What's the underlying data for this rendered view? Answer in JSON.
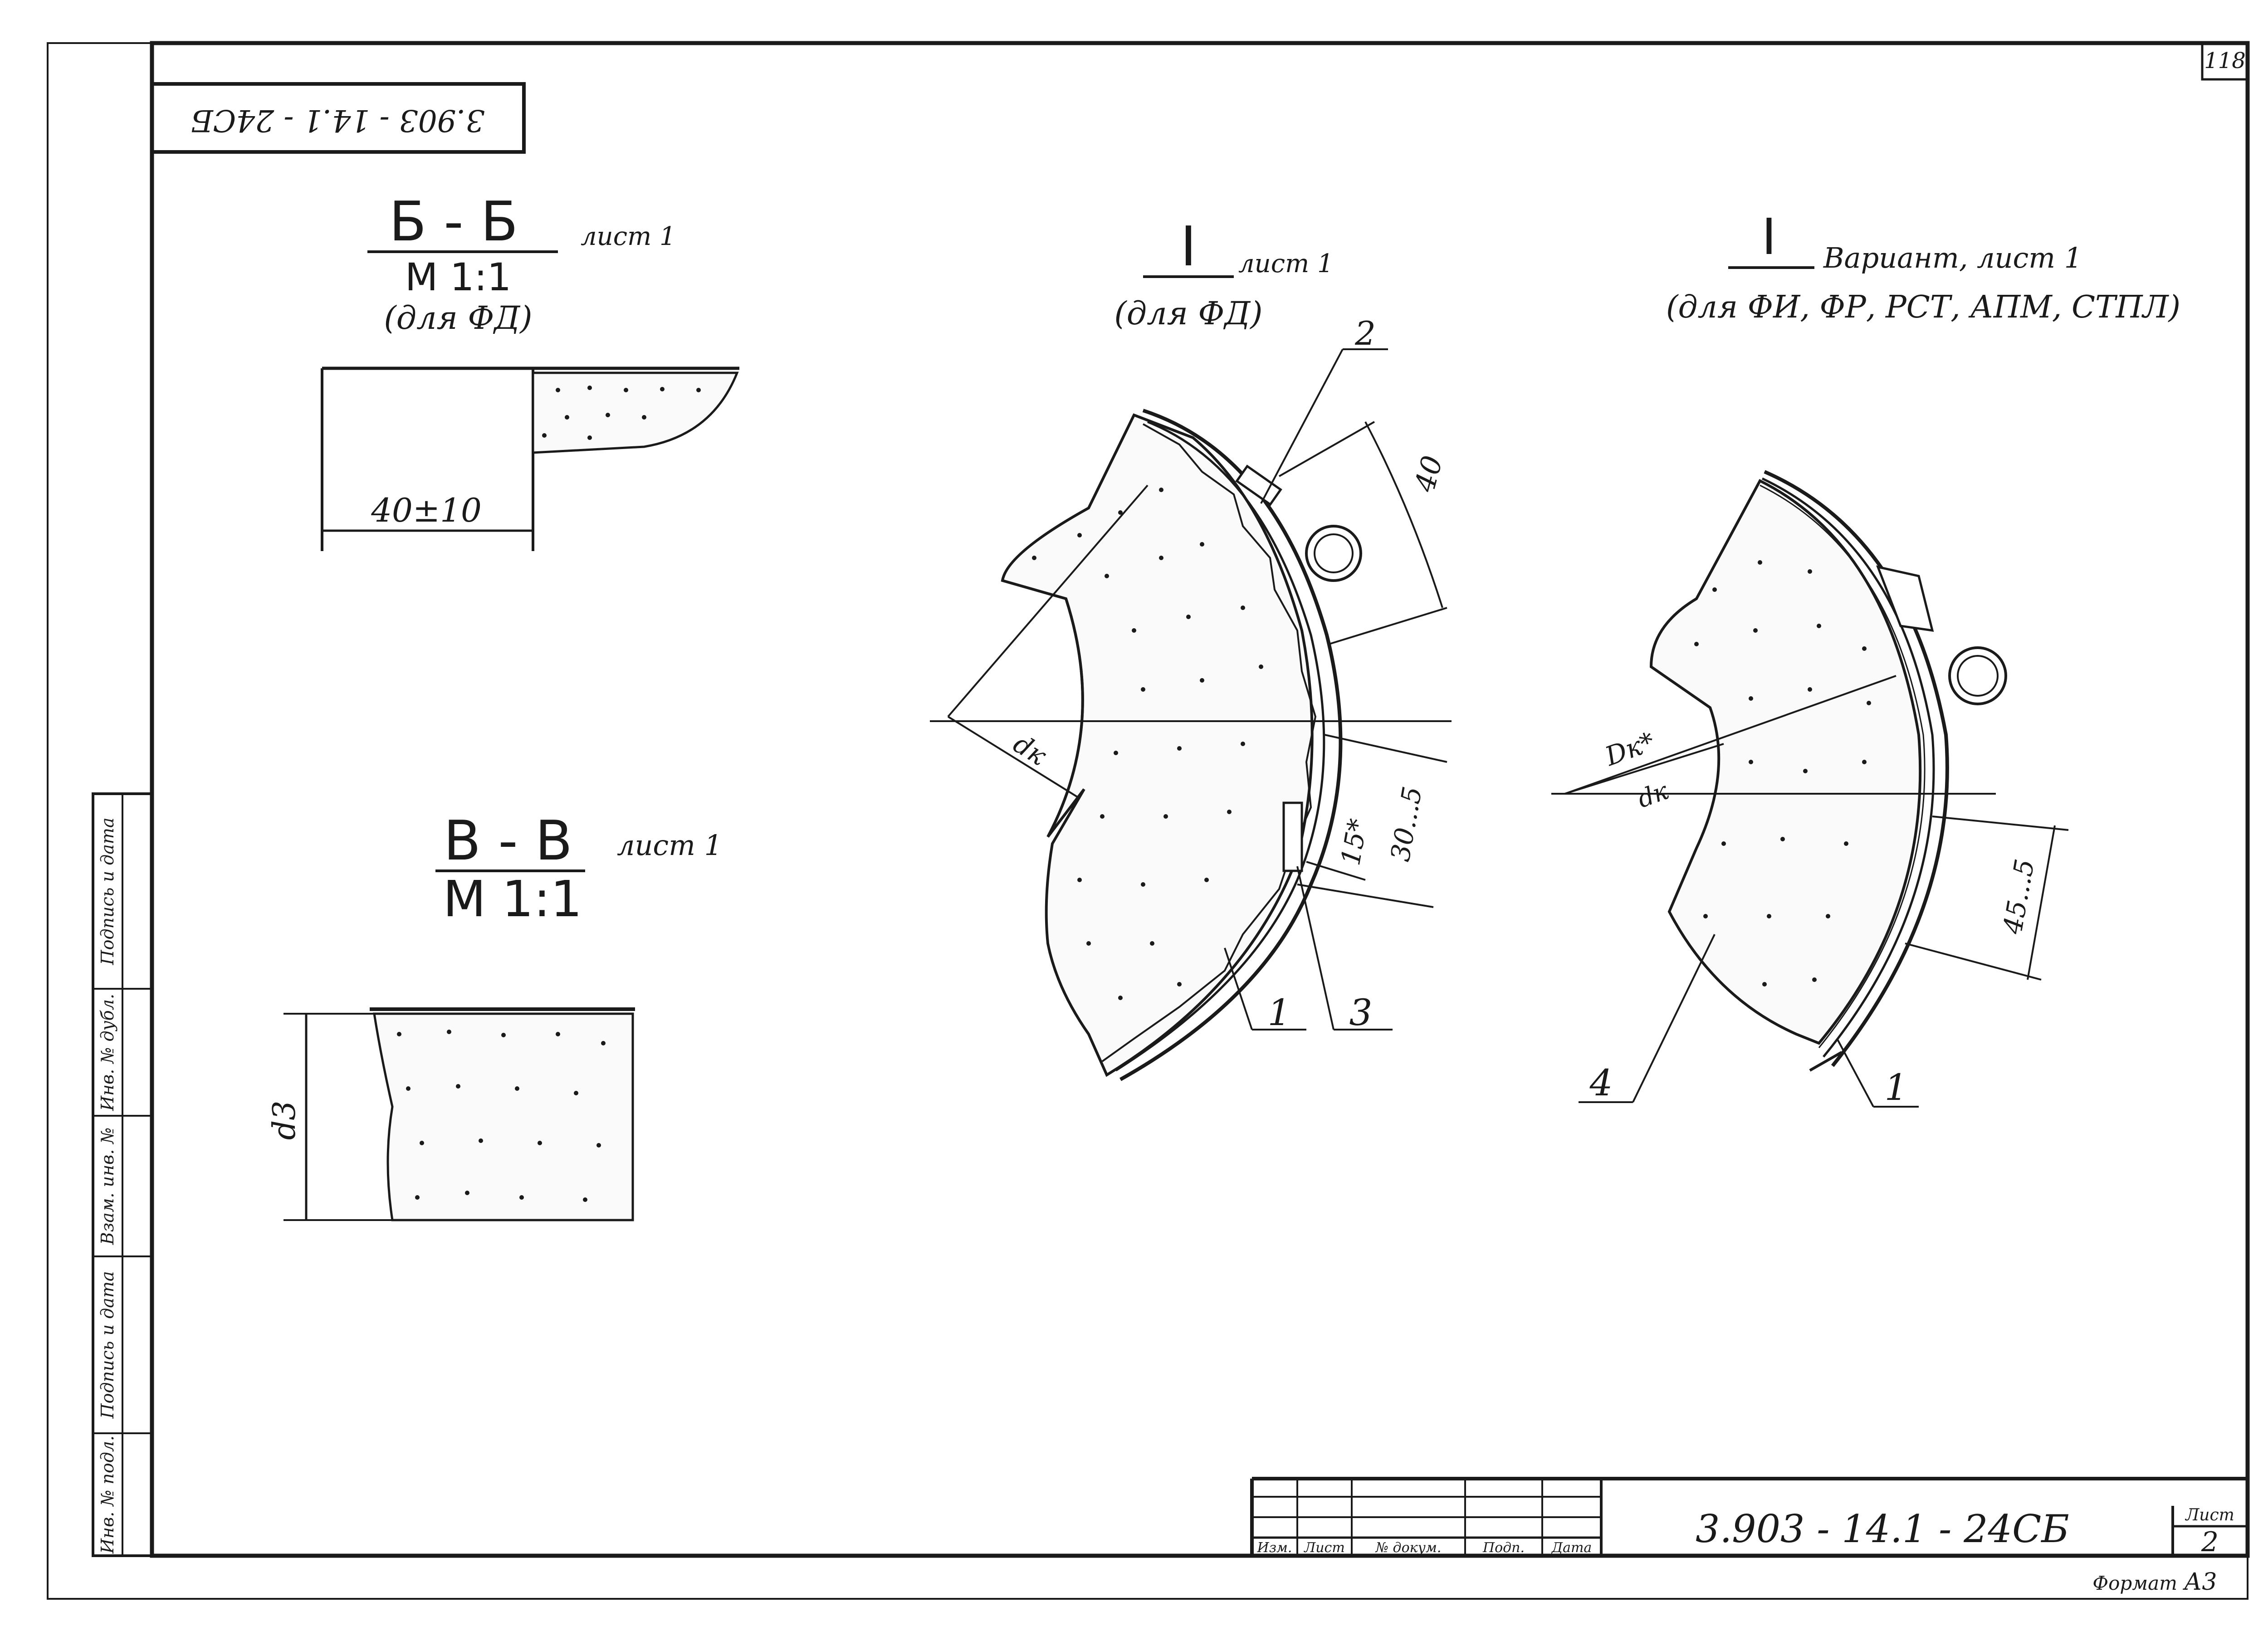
{
  "sheet": {
    "corner_number": "118",
    "rotated_code": "3.903 - 14.1 - 24СБ",
    "format_label": "Формат",
    "format_value": "А3"
  },
  "section_bb": {
    "title": "Б - Б",
    "scale": "М 1:1",
    "sheet_ref": "лист 1",
    "note": "(для ФД)",
    "dimension": "40±10"
  },
  "section_vv": {
    "title": "В - В",
    "scale": "М 1:1",
    "sheet_ref": "лист 1",
    "dimension": "d3"
  },
  "detail_i_fd": {
    "title": "I",
    "sheet_ref": "лист 1",
    "note": "(для ФД)",
    "dim_40": "40",
    "dim_dk": "dк",
    "dim_15": "15*",
    "dim_30": "30...5",
    "callouts": [
      "2",
      "1",
      "3"
    ]
  },
  "detail_i_variant": {
    "title": "I",
    "subtitle": "Вариант, лист 1",
    "note": "(для ФИ, ФР, РСТ, АПМ, СТПЛ)",
    "dim_Dk": "Dк*",
    "dim_dk": "dк",
    "dim_45": "45...5",
    "callouts": [
      "4",
      "1"
    ]
  },
  "side_stamp": {
    "cells": [
      "Инв. № подл.",
      "Подпись и дата",
      "Взам. инв. №",
      "Инв. № дубл.",
      "Подпись и дата"
    ]
  },
  "title_block": {
    "headers": [
      "Изм.",
      "Лист",
      "№ докум.",
      "Подп.",
      "Дата"
    ],
    "doc_code": "3.903 - 14.1 - 24СБ",
    "sheet_label": "Лист",
    "sheet_number": "2"
  }
}
